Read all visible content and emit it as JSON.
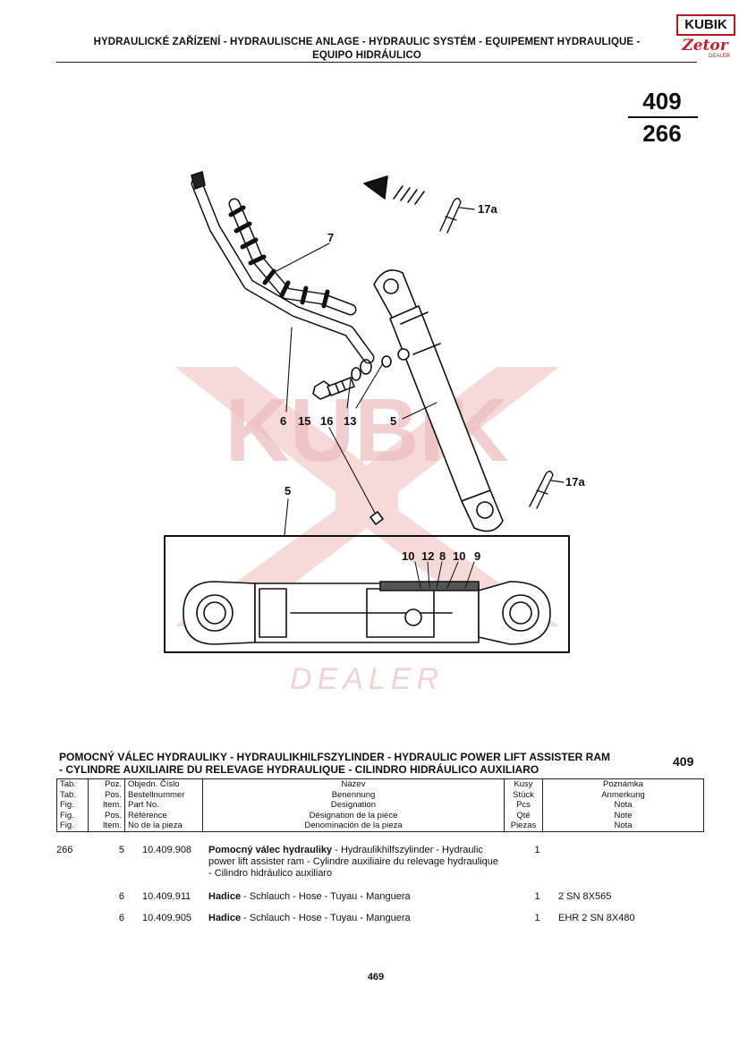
{
  "header": {
    "title_line1": "HYDRAULICKÉ ZAŘÍZENÍ - HYDRAULISCHE ANLAGE - HYDRAULIC SYSTÉM - EQUIPEMENT HYDRAULIQUE -",
    "title_line2": "EQUIPO HIDRÁULICO"
  },
  "logo": {
    "brand": "KUBIK",
    "subbrand": "Zetor",
    "tag": "DEALER"
  },
  "page_ref": {
    "top": "409",
    "bottom": "266"
  },
  "watermark": {
    "brand": "KUBIK",
    "tag": "DEALER",
    "color": "#e8b3b3"
  },
  "callouts": {
    "c7": "7",
    "c17a_top": "17a",
    "c17a_right": "17a",
    "c6": "6",
    "c15": "15",
    "c16": "16",
    "c13": "13",
    "c5_ram": "5",
    "c5_detail": "5",
    "c10a": "10",
    "c12": "12",
    "c8": "8",
    "c10b": "10",
    "c9": "9"
  },
  "section": {
    "title_line1": "POMOCNÝ VÁLEC HYDRAULIKY - HYDRAULIKHILFSZYLINDER - HYDRAULIC POWER LIFT ASSISTER RAM",
    "title_line2": "- CYLINDRE AUXILIAIRE DU RELEVAGE HYDRAULIQUE - CILINDRO HIDRÁULICO AUXILIARO",
    "number": "409"
  },
  "table_header": {
    "tab": [
      "Tab.",
      "Tab.",
      "Fig.",
      "Fig.",
      "Fig."
    ],
    "poz": [
      "Poz.",
      "Pos.",
      "Item.",
      "Pos.",
      "Item."
    ],
    "num": [
      "Objedn. Číslo",
      "Bestellnummer",
      "Part No.",
      "Référence",
      "No de la pieza"
    ],
    "name": [
      "Název",
      "Benennung",
      "Designation",
      "Désignation de la piéce",
      "Denominación de la pieza"
    ],
    "qty": [
      "Kusy",
      "Stück",
      "Pcs",
      "Qté",
      "Piezas"
    ],
    "note": [
      "Poznámka",
      "Anmerkung",
      "Nota",
      "Note",
      "Nota"
    ]
  },
  "rows": [
    {
      "tab": "266",
      "poz": "5",
      "num": "10.409.908",
      "name_bold": "Pomocný válec hydrauliky",
      "name_rest": " - Hydraulikhilfszylinder - Hydraulic power lift assister ram - Cylindre auxiliaire du relevage hydraulique - Cilindro hidráulico auxiliaro",
      "qty": "1",
      "note": ""
    },
    {
      "tab": "",
      "poz": "6",
      "num": "10.409.911",
      "name_bold": "Hadice",
      "name_rest": " - Schlauch - Hose - Tuyau - Manguera",
      "qty": "1",
      "note": "2 SN 8X565"
    },
    {
      "tab": "",
      "poz": "6",
      "num": "10.409.905",
      "name_bold": "Hadice",
      "name_rest": " - Schlauch - Hose - Tuyau - Manguera",
      "qty": "1",
      "note": "EHR 2 SN 8X480"
    }
  ],
  "footer": {
    "page": "469"
  }
}
